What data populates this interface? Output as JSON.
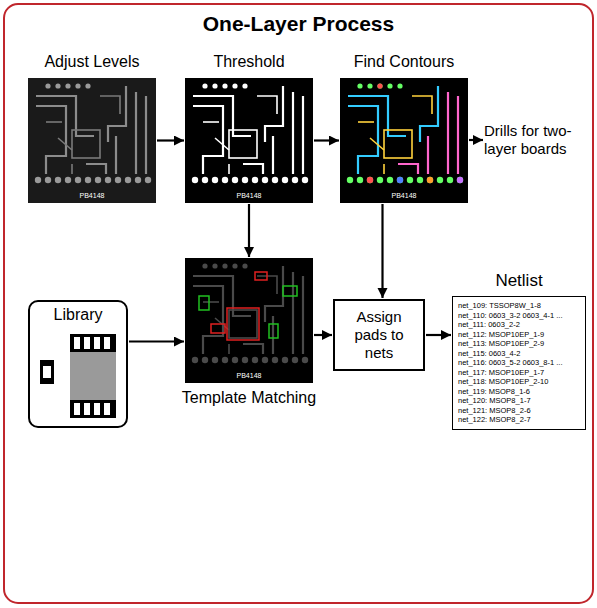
{
  "diagram": {
    "title": "One-Layer Process",
    "nodes": [
      {
        "text": [
          "Adjust Levels"
        ]
      },
      {
        "text": [
          "Threshold"
        ]
      },
      {
        "text": [
          "Find Contours"
        ]
      },
      {
        "text": [
          "Drills for two-layer boards"
        ]
      },
      {
        "text": [
          "Library"
        ]
      },
      {
        "text": [
          "Template Matching"
        ]
      },
      {
        "text": [
          "Assign pads to nets"
        ]
      },
      {
        "text": [
          "Netlist",
          "net_109: TSSOP8W_1-8",
          "net_110: 0603_3-2 0603_4-1 ...",
          "net_111: 0603_2-2",
          "net_112: MSOP10EP_1-9",
          "net_113: MSOP10EP_2-9",
          "net_115: 0603_4-2",
          "net_116: 0603_5-2 0603_8-1 ...",
          "net_117: MSOP10EP_1-7",
          "net_118: MSOP10EP_2-10",
          "net_119: MSOP8_1-6",
          "net_120: MSOP8_1-7",
          "net_121: MSOP8_2-6",
          "net_122: MSOP8_2-7"
        ]
      }
    ],
    "edges": [
      {
        "from": 0,
        "to": 1,
        "arrow": "to"
      },
      {
        "from": 1,
        "to": 2,
        "arrow": "to"
      },
      {
        "from": 2,
        "to": 3,
        "arrow": "to"
      },
      {
        "from": 1,
        "to": 5,
        "arrow": "to"
      },
      {
        "from": 4,
        "to": 5,
        "arrow": "to"
      },
      {
        "from": 5,
        "to": 6,
        "arrow": "to"
      },
      {
        "from": 2,
        "to": 6,
        "arrow": "to"
      },
      {
        "from": 6,
        "to": 7,
        "arrow": "to"
      }
    ],
    "labels": [
      "PB4148",
      "PB4148",
      "PB4148",
      "PB4148"
    ]
  }
}
